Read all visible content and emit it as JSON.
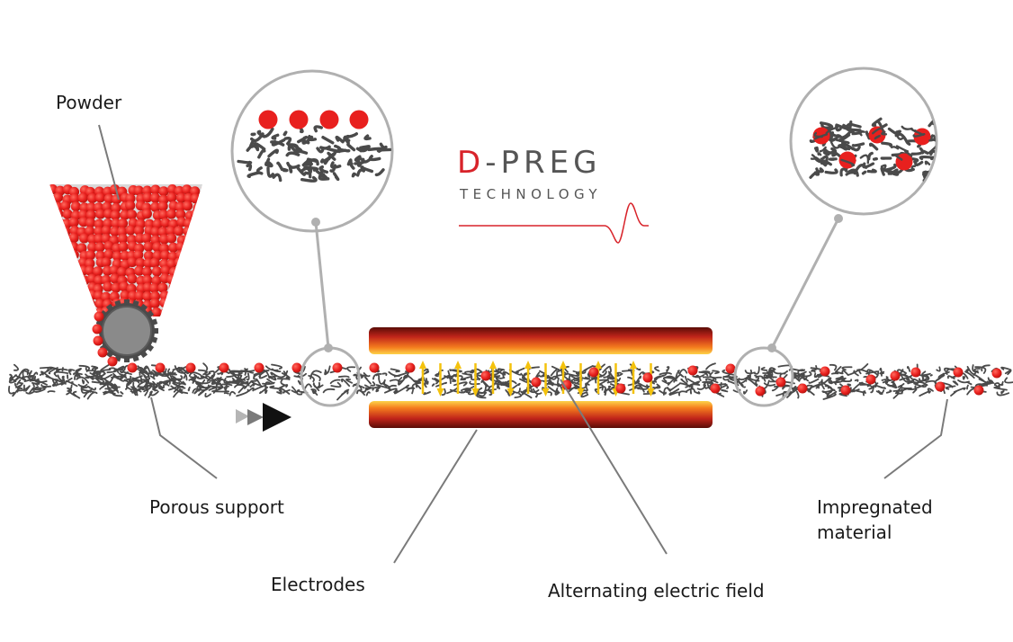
{
  "labels": {
    "powder": "Powder",
    "porous_support": "Porous support",
    "electrodes": "Electrodes",
    "alternating_field": "Alternating electric field",
    "impregnated_line1": "Impregnated",
    "impregnated_line2": "material"
  },
  "logo": {
    "prefix": "D",
    "dash": "-",
    "main": "PREG",
    "sub": "TECHNOLOGY"
  },
  "colors": {
    "particle_red": "#e8201e",
    "fiber_dark": "#4a4a4a",
    "leader_gray": "#7a7a7a",
    "lens_gray": "#b5b5b5",
    "field_yellow": "#f4c20d",
    "logo_red": "#d8232a",
    "logo_gray": "#555555"
  }
}
